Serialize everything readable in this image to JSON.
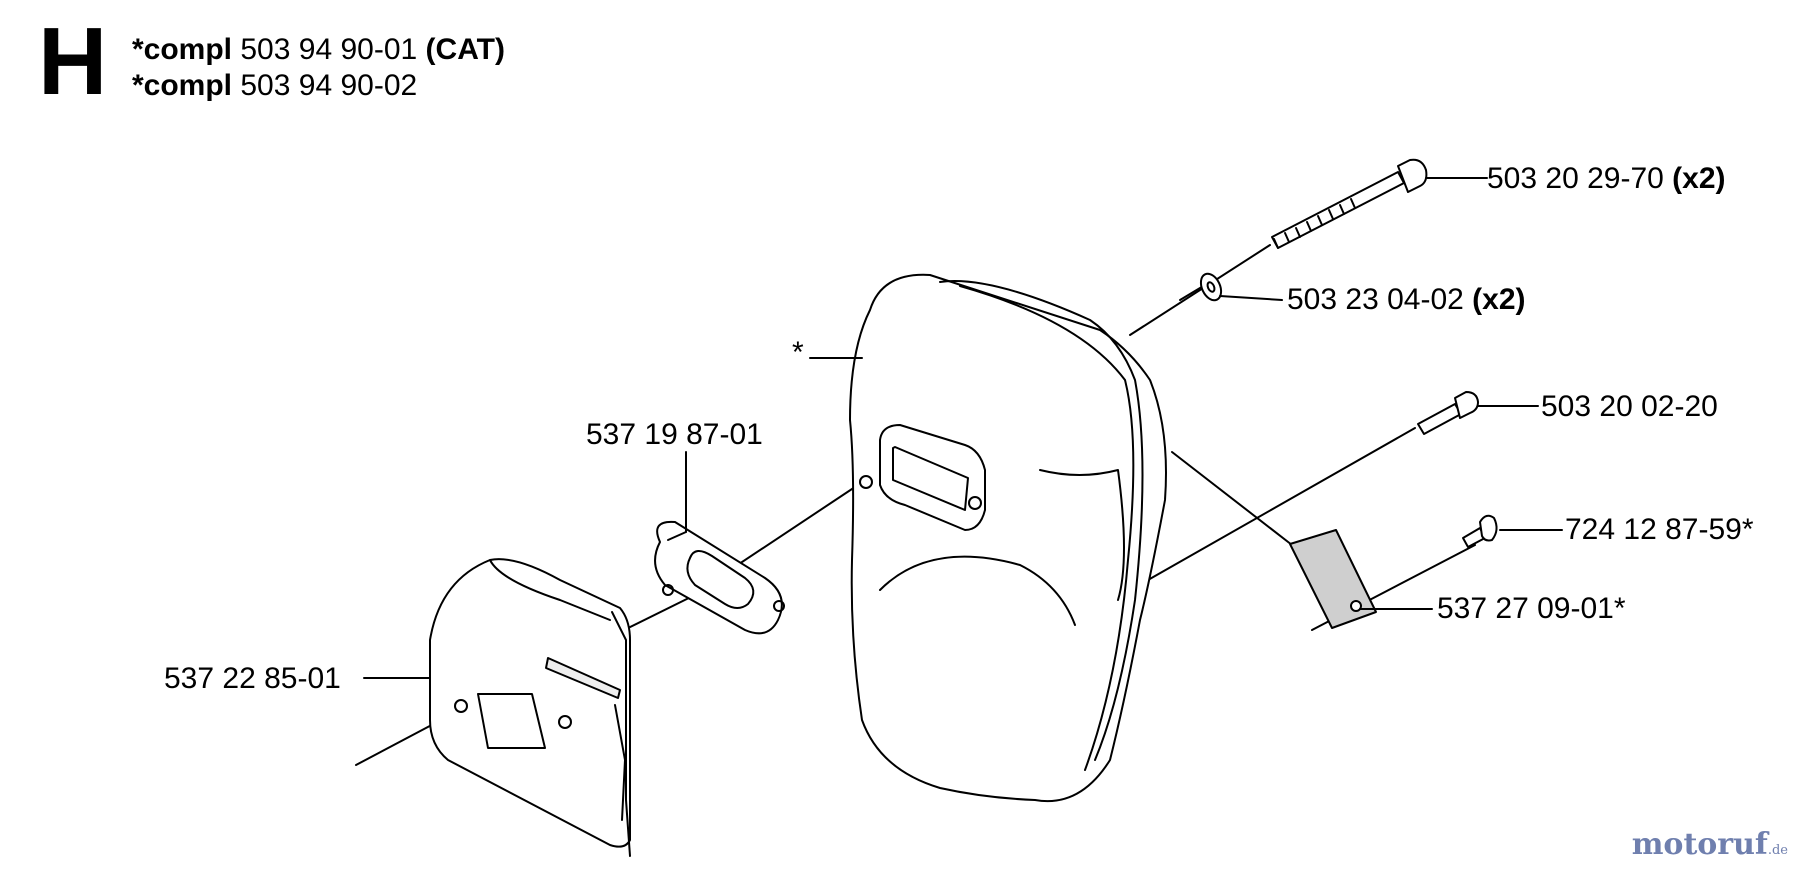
{
  "section": {
    "letter": "H"
  },
  "header": {
    "lines": [
      {
        "prefix": "*compl",
        "number": "503 94 90-01",
        "suffix": "(CAT)"
      },
      {
        "prefix": "*compl",
        "number": "503 94 90-02",
        "suffix": ""
      }
    ]
  },
  "parts": [
    {
      "number": "503 20 29-70",
      "qty": "(x2)"
    },
    {
      "number": "503 23 04-02",
      "qty": "(x2)"
    },
    {
      "number": "503 20 02-20",
      "qty": ""
    },
    {
      "number": "724 12 87-59*",
      "qty": ""
    },
    {
      "number": "537 27 09-01*",
      "qty": ""
    },
    {
      "number": "537 19 87-01",
      "qty": ""
    },
    {
      "number": "537 22 85-01",
      "qty": ""
    },
    {
      "number": "*",
      "qty": ""
    }
  ],
  "watermark": {
    "brand": "motoruf",
    "tld": ".de"
  },
  "colors": {
    "line": "#000000",
    "watermark_text": "#6f7fae",
    "watermark_dot": "#c07a3a"
  }
}
